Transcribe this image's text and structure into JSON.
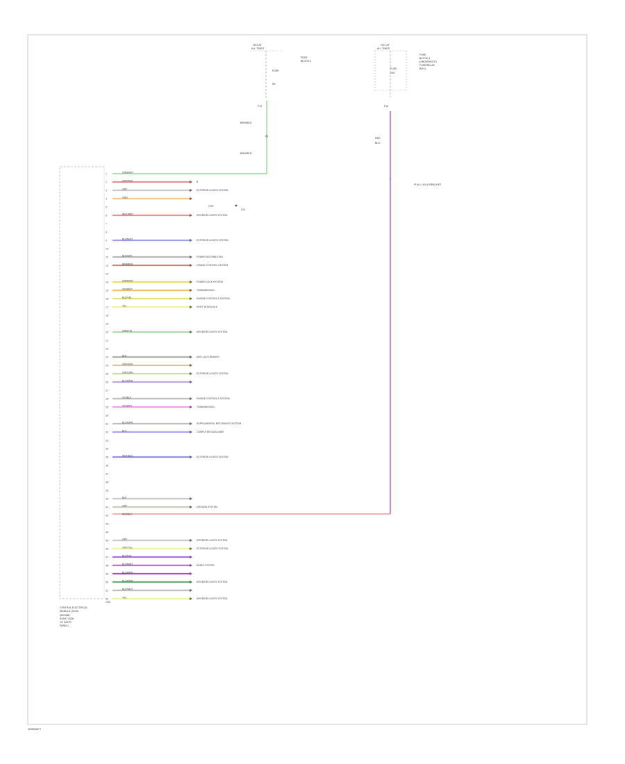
{
  "fuse_block_left": {
    "title": [
      "HOT AT",
      "ALL TIMES"
    ],
    "fuse_label": [
      "FUSE",
      "BLOCK 4"
    ],
    "fuse_rating": [
      "FUSE",
      "5A"
    ],
    "connector": "F10",
    "wire_color_top": "BRN/RED",
    "wire_color_bottom": "BRN/RED"
  },
  "fuse_block_right": {
    "title": [
      "HOT AT",
      "ALL TIMES"
    ],
    "fuse_label": [
      "FUSE",
      "BLOCK 4",
      "(UNDERHOOD",
      "FUSE/RELAY",
      "BOX)"
    ],
    "fuse_rating": [
      "FUSE",
      "10A"
    ],
    "connector": "F14",
    "wire_color": [
      "RED",
      "BLU"
    ]
  },
  "ground_note": "IP ALL HOLD BRACKET",
  "module_label": [
    "CENTRAL ELECTRICAL",
    "MODULE (CEM)",
    "(BEHIND",
    "RIGHT SIDE",
    "OF INSTR",
    "PANEL)"
  ],
  "module_connector": "C50",
  "pins": [
    {
      "num": "1",
      "color": "GRN/WHT",
      "hex": "#8fd88f",
      "dest": ""
    },
    {
      "num": "2",
      "color": "GRY/RED",
      "hex": "#e89090",
      "dest": "B"
    },
    {
      "num": "3",
      "color": "GRY",
      "hex": "#c8c8c8",
      "dest": "EXTERIOR LIGHTS SYSTEM"
    },
    {
      "num": "4",
      "color": "ORG",
      "hex": "#f0c890",
      "dest": ""
    },
    {
      "num": "5",
      "color": "",
      "hex": "",
      "dest": ""
    },
    {
      "num": "6",
      "color": "WHT/RED",
      "hex": "#f09090",
      "dest": "INTERIOR LIGHTS SYSTEM"
    },
    {
      "num": "7",
      "color": "",
      "hex": "",
      "dest": ""
    },
    {
      "num": "8",
      "color": "",
      "hex": "",
      "dest": ""
    },
    {
      "num": "9",
      "color": "BLU/WHT",
      "hex": "#a0a0f0",
      "dest": "EXTERIOR LIGHTS SYSTEM"
    },
    {
      "num": "10",
      "color": "",
      "hex": "",
      "dest": ""
    },
    {
      "num": "11",
      "color": "BLK/GRY",
      "hex": "#b8b8b8",
      "dest": "POWER DISTRIBUTION"
    },
    {
      "num": "12",
      "color": "BRN/RED",
      "hex": "#d08080",
      "dest": "CRUISE CONTROL SYSTEM"
    },
    {
      "num": "13",
      "color": "",
      "hex": "",
      "dest": ""
    },
    {
      "num": "14",
      "color": "GRN/WHT",
      "hex": "#e8e060",
      "dest": "POWER LOCK SYSTEM"
    },
    {
      "num": "15",
      "color": "VIO/WHT",
      "hex": "#f0c070",
      "dest": "TRANSMISSION"
    },
    {
      "num": "16",
      "color": "BLU/YEL",
      "hex": "#e8e080",
      "dest": "ENGINE CONTROLS SYSTEM"
    },
    {
      "num": "17",
      "color": "YEL",
      "hex": "#f0f0a0",
      "dest": "SHIFT INTERLOCK"
    },
    {
      "num": "18",
      "color": "",
      "hex": "",
      "dest": ""
    },
    {
      "num": "19",
      "color": "",
      "hex": "",
      "dest": ""
    },
    {
      "num": "20",
      "color": "GRN/YEL",
      "hex": "#a8e0a0",
      "dest": "INTERIOR LIGHTS SYSTEM"
    },
    {
      "num": "21",
      "color": "",
      "hex": "",
      "dest": ""
    },
    {
      "num": "22",
      "color": "",
      "hex": "",
      "dest": ""
    },
    {
      "num": "23",
      "color": "BLK",
      "hex": "#b0b0a8",
      "dest": "ANTI-LOCK BRAKES"
    },
    {
      "num": "24",
      "color": "GRY/RED",
      "hex": "#d8c8a0",
      "dest": ""
    },
    {
      "num": "25",
      "color": "GRY/GRN",
      "hex": "#c8e0a8",
      "dest": "EXTERIOR LIGHTS SYSTEM"
    },
    {
      "num": "26",
      "color": "BLU/GRN",
      "hex": "#b8a8e8",
      "dest": ""
    },
    {
      "num": "27",
      "color": "",
      "hex": "",
      "dest": ""
    },
    {
      "num": "28",
      "color": "VIO/BLK",
      "hex": "#c0c0c0",
      "dest": "ENGINE CONTROLS SYSTEM"
    },
    {
      "num": "29",
      "color": "VIO/WHT",
      "hex": "#f0a0f0",
      "dest": "TRANSMISSION"
    },
    {
      "num": "30",
      "color": "",
      "hex": "",
      "dest": ""
    },
    {
      "num": "31",
      "color": "BLU/GRN",
      "hex": "#c0c0c0",
      "dest": "SUPPLEMENTAL RESTRAINTS SYSTEM"
    },
    {
      "num": "32",
      "color": "BLU",
      "hex": "#a8a8f0",
      "dest": "COMPUTER DATA LINES"
    },
    {
      "num": "33",
      "color": "",
      "hex": "",
      "dest": ""
    },
    {
      "num": "34",
      "color": "",
      "hex": "",
      "dest": ""
    },
    {
      "num": "35",
      "color": "WHT/BLU",
      "hex": "#9090e8",
      "dest": "EXTERIOR LIGHTS SYSTEM"
    },
    {
      "num": "36",
      "color": "",
      "hex": "",
      "dest": ""
    },
    {
      "num": "37",
      "color": "",
      "hex": "",
      "dest": ""
    },
    {
      "num": "38",
      "color": "",
      "hex": "",
      "dest": ""
    },
    {
      "num": "39",
      "color": "",
      "hex": "",
      "dest": ""
    },
    {
      "num": "40",
      "color": "BLK",
      "hex": "#c8c8c8",
      "dest": ""
    },
    {
      "num": "41",
      "color": "GRY",
      "hex": "#d0c8b8",
      "dest": "GROUND SYSTEM"
    },
    {
      "num": "42",
      "color": "RED/BLK",
      "hex": "#f08080",
      "dest": ""
    },
    {
      "num": "43",
      "color": "",
      "hex": "",
      "dest": ""
    },
    {
      "num": "44",
      "color": "",
      "hex": "",
      "dest": ""
    },
    {
      "num": "45",
      "color": "GRY",
      "hex": "#c8c8c8",
      "dest": "INTERIOR LIGHTS SYSTEM"
    },
    {
      "num": "46",
      "color": "GRY/YEL",
      "hex": "#f0f0a0",
      "dest": "EXTERIOR LIGHTS SYSTEM"
    },
    {
      "num": "47",
      "color": "BLU/VIO",
      "hex": "#b070d8",
      "dest": ""
    },
    {
      "num": "48",
      "color": "BLU/WHT",
      "hex": "#c070e0",
      "dest": "AUDIO SYSTEM"
    },
    {
      "num": "49",
      "color": "BLU/GRN",
      "hex": "#a050c8",
      "dest": ""
    },
    {
      "num": "50",
      "color": "BLU/GRN",
      "hex": "#6ab070",
      "dest": "INTERIOR LIGHTS SYSTEM"
    },
    {
      "num": "51",
      "color": "BLK/WHT",
      "hex": "#c0c0c0",
      "dest": ""
    },
    {
      "num": "52",
      "color": "YEL",
      "hex": "#f0f0a0",
      "dest": "INTERIOR LIGHTS SYSTEM"
    }
  ],
  "pin4_splice": {
    "color": "ORG",
    "ref": "S10"
  },
  "page_code": "W0050677"
}
